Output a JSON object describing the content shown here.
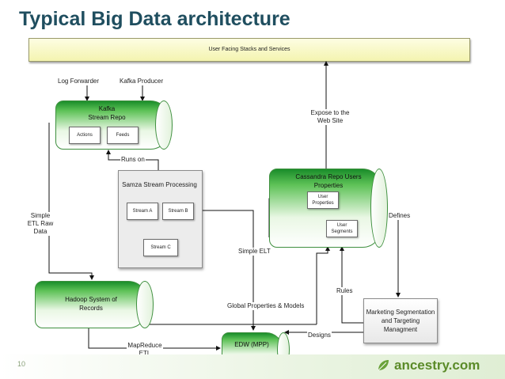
{
  "title": "Typical Big Data architecture",
  "page_number": "10",
  "logo_text": "ancestry.com",
  "top_bar": "User Facing Stacks and Services",
  "labels": {
    "log_forwarder": "Log Forwarder",
    "kafka_producer": "Kafka Producer",
    "runs_on": "Runs on",
    "simple_etl": "Simple ETL Raw Data",
    "expose": "Expose to the Web Site",
    "defines": "Defines",
    "simple_elt": "Simple ELT",
    "rules": "Rules",
    "global_props": "Global Properties & Models",
    "designs": "Designs",
    "mapreduce": "MapReduce ETL"
  },
  "kafka": {
    "title": "Kafka\nStream Repo",
    "boxes": [
      "Actions",
      "Feeds"
    ]
  },
  "samza": {
    "title": "Samza Stream Processing",
    "stream_a": "Stream A",
    "stream_b": "Stream B",
    "stream_c": "Stream C"
  },
  "cassandra": {
    "title": "Cassandra Repo Users Properties",
    "user_properties": "User Properties",
    "user_segments": "User Segments"
  },
  "hadoop": {
    "title": "Hadoop System of Records"
  },
  "edw": {
    "title": "EDW (MPP)"
  },
  "marketing": "Marketing Segmentation and Targeting Managment"
}
